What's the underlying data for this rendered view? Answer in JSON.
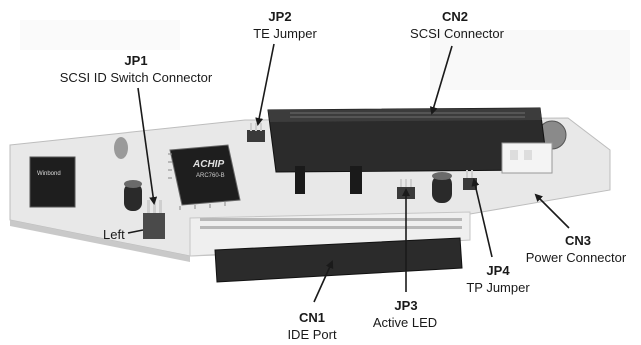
{
  "labels": {
    "jp1": {
      "id": "JP1",
      "desc": "SCSI ID Switch Connector"
    },
    "jp2": {
      "id": "JP2",
      "desc": "TE Jumper"
    },
    "cn2": {
      "id": "CN2",
      "desc": "SCSI Connector"
    },
    "left": {
      "desc": "Left"
    },
    "cn3": {
      "id": "CN3",
      "desc": "Power Connector"
    },
    "jp4": {
      "id": "JP4",
      "desc": "TP Jumper"
    },
    "jp3": {
      "id": "JP3",
      "desc": "Active LED"
    },
    "cn1": {
      "id": "CN1",
      "desc": "IDE Port"
    }
  },
  "chips": {
    "winbond": "Winbond",
    "achip_brand": "ACHIP",
    "achip_model": "ARC760-B"
  },
  "colors": {
    "board": "#e6e6e6",
    "board_edge": "#bdbdbd",
    "connector": "#2b2b2b",
    "chip": "#1e1e1e",
    "line": "#1a1a1a"
  }
}
